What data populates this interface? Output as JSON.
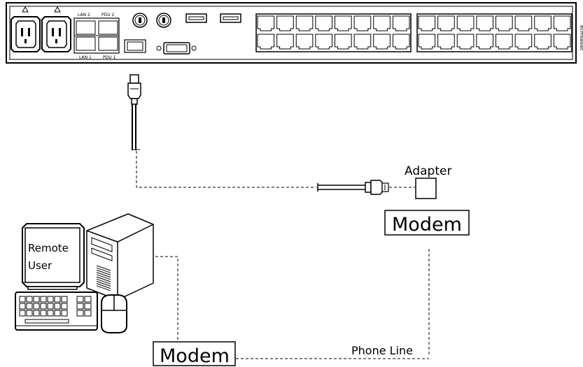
{
  "device": {
    "port_labels": {
      "lan2": "LAN 2",
      "pdu2": "PDU 2",
      "lan1": "LAN 1",
      "pdu1": "PDU 1"
    },
    "side_code": "ecm6868c"
  },
  "labels": {
    "adapter": "Adapter",
    "modem_remote_side": "Modem",
    "modem_user_side": "Modem",
    "remote_user_line1": "Remote",
    "remote_user_line2": "User",
    "phone_line": "Phone Line"
  },
  "colors": {
    "stroke": "#000000",
    "panel_fill": "#ffffff",
    "line": "#000000"
  }
}
